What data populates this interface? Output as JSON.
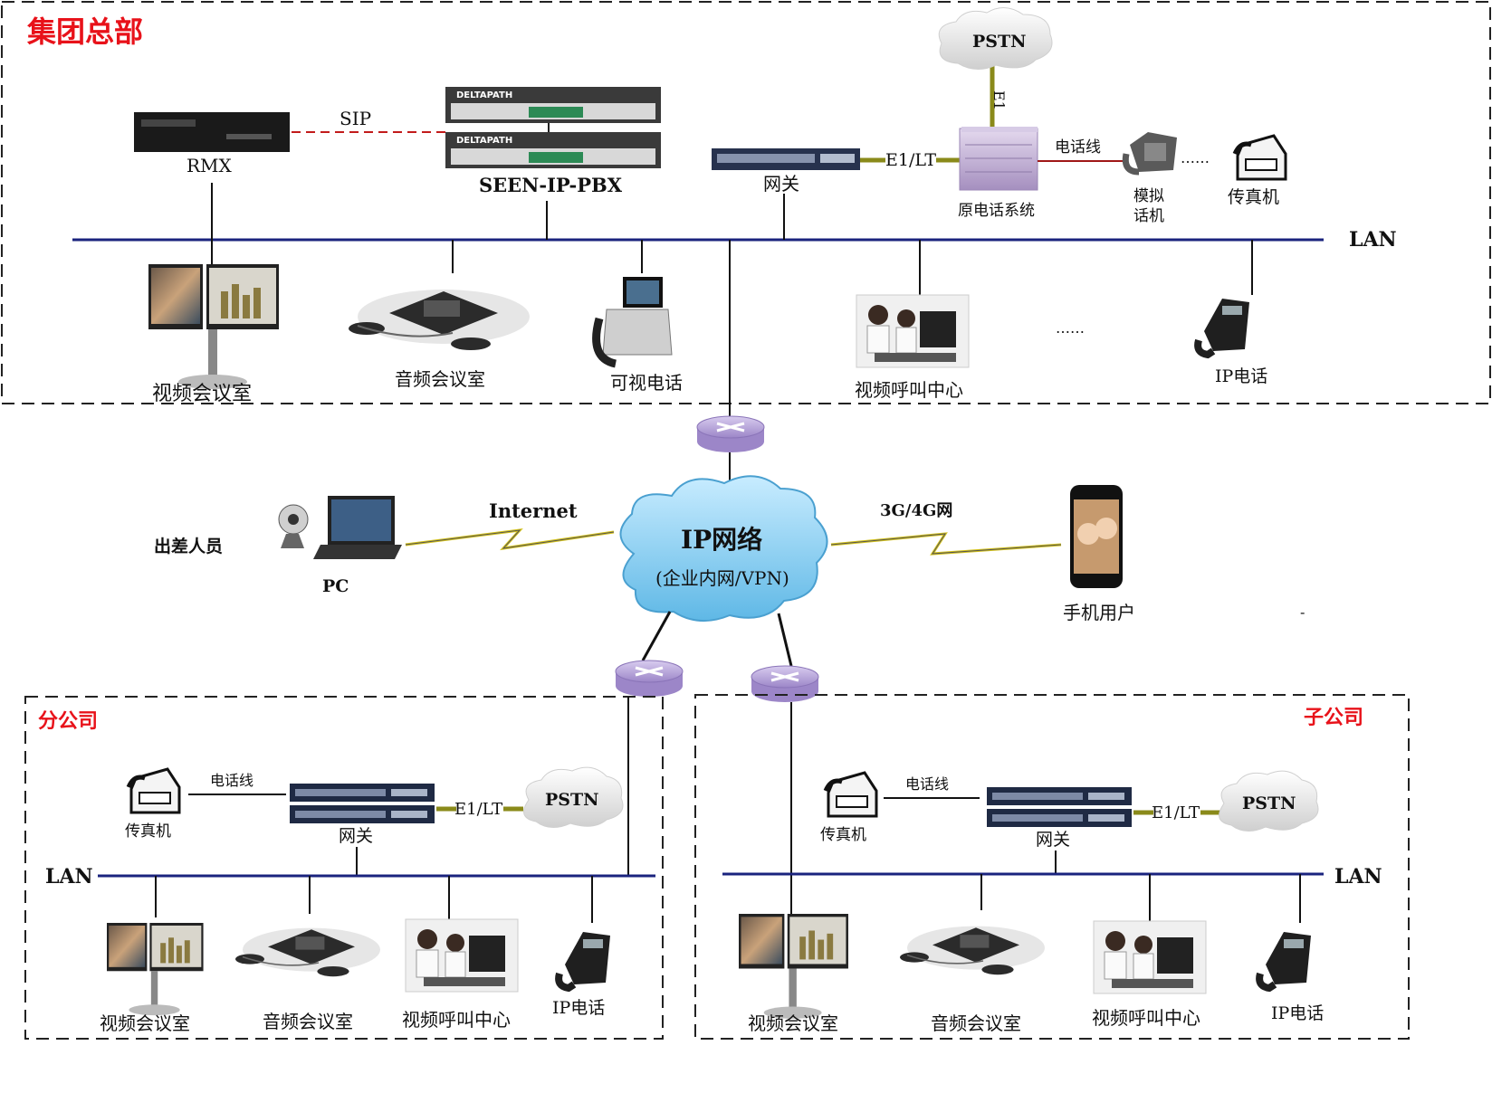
{
  "colors": {
    "title_red": "#e8121a",
    "lan_blue": "#1a237e",
    "cloud_blue": "#8fd0f2",
    "trunk_green": "#8a8a1a",
    "router_purple": "#b6a3d8"
  },
  "hq": {
    "title": "集团总部",
    "sip": "SIP",
    "rmx": "RMX",
    "deltapath": "DELTAPATH",
    "pbx": "SEEN-IP-PBX",
    "gateway": "网关",
    "e1lt": "E1/LT",
    "pstn": "PSTN",
    "e1": "E1",
    "phone_line": "电话线",
    "legacy_system": "原电话系统",
    "analog_phone_l1": "模拟",
    "analog_phone_l2": "话机",
    "dots": "……",
    "fax": "传真机",
    "lan": "LAN",
    "video_room": "视频会议室",
    "audio_room": "音频会议室",
    "video_phone": "可视电话",
    "call_center": "视频呼叫中心",
    "ellipsis": "……",
    "ip_phone": "IP电话"
  },
  "core": {
    "cloud_title": "IP网络",
    "cloud_sub": "(企业内网/VPN)",
    "internet": "Internet",
    "traveler": "出差人员",
    "pc": "PC",
    "mobile_net": "3G/4G网",
    "mobile_user": "手机用户",
    "dash": "-"
  },
  "branch": {
    "title": "分公司",
    "phone_line": "电话线",
    "fax": "传真机",
    "gateway": "网关",
    "e1lt": "E1/LT",
    "pstn": "PSTN",
    "lan": "LAN",
    "video_room": "视频会议室",
    "audio_room": "音频会议室",
    "call_center": "视频呼叫中心",
    "ip_phone": "IP电话"
  },
  "subsidiary": {
    "title": "子公司",
    "phone_line": "电话线",
    "fax": "传真机",
    "gateway": "网关",
    "e1lt": "E1/LT",
    "pstn": "PSTN",
    "lan": "LAN",
    "video_room": "视频会议室",
    "audio_room": "音频会议室",
    "call_center": "视频呼叫中心",
    "ip_phone": "IP电话"
  }
}
